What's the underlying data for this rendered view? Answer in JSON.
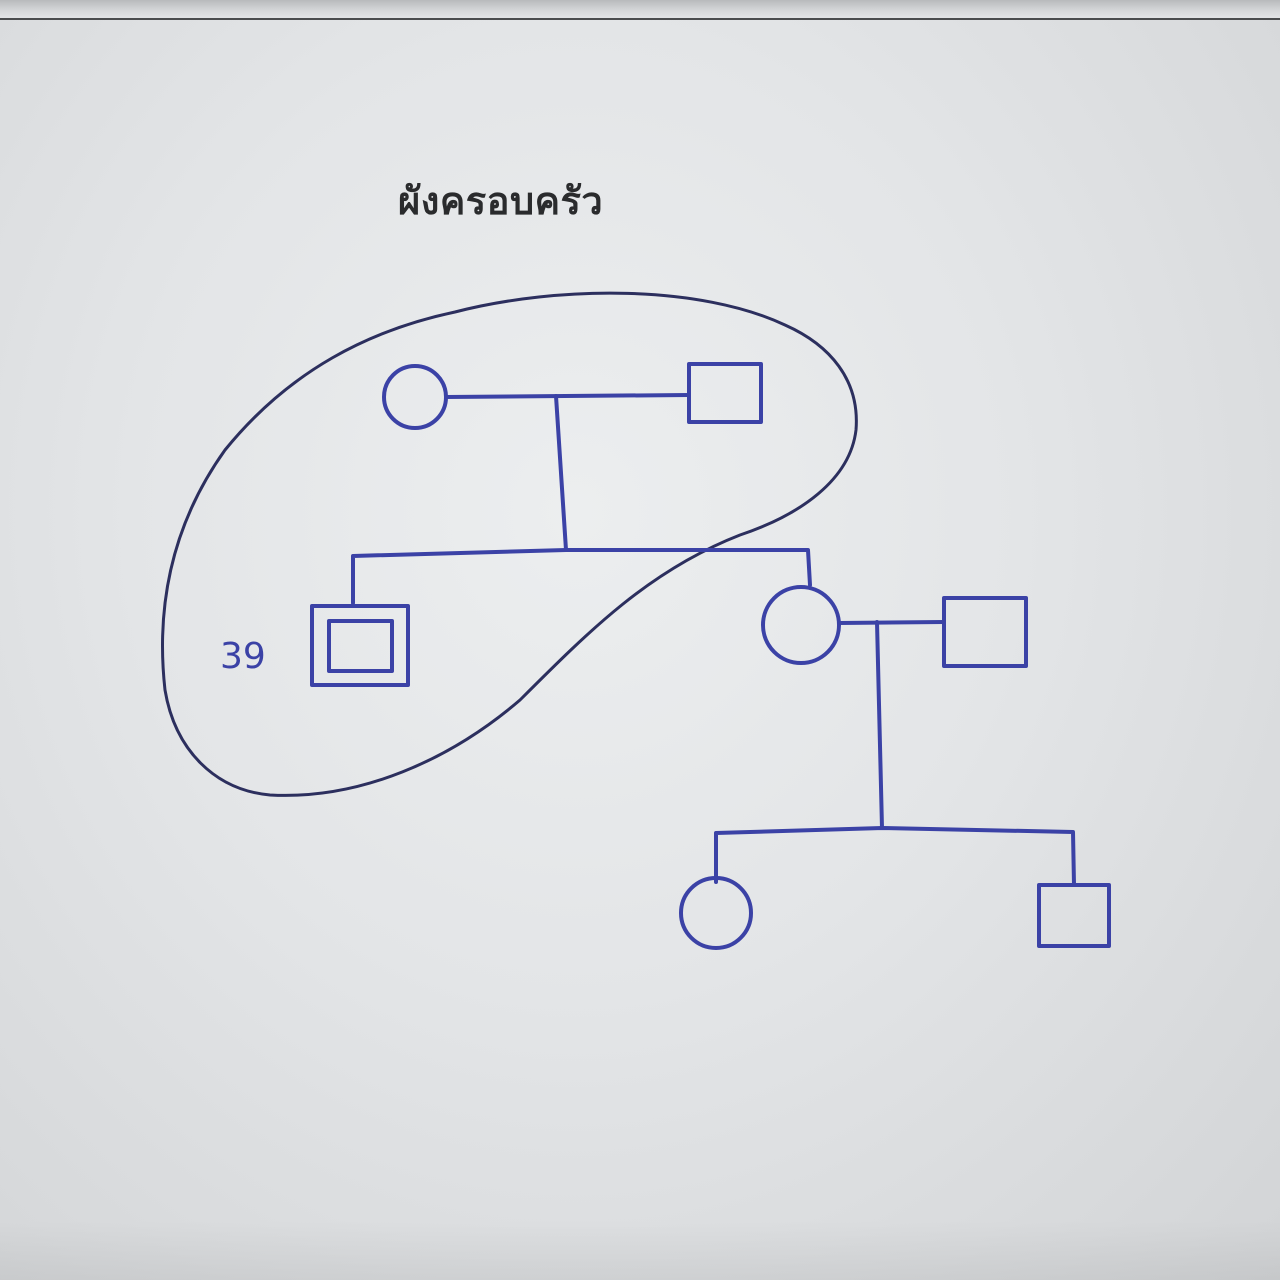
{
  "title": "ผังครอบครัว",
  "index_person_age": "39",
  "ink_color": "#3b42a6",
  "household_outline_color": "#2c2f5e",
  "members": [
    {
      "id": "grandmother",
      "symbol": "circle",
      "generation": 1
    },
    {
      "id": "grandfather",
      "symbol": "square",
      "generation": 1
    },
    {
      "id": "index-person",
      "symbol": "double-square",
      "generation": 2
    },
    {
      "id": "sister",
      "symbol": "circle",
      "generation": 2
    },
    {
      "id": "brother-in-law",
      "symbol": "square",
      "generation": 2
    },
    {
      "id": "niece",
      "symbol": "circle",
      "generation": 3
    },
    {
      "id": "nephew",
      "symbol": "square",
      "generation": 3
    }
  ]
}
